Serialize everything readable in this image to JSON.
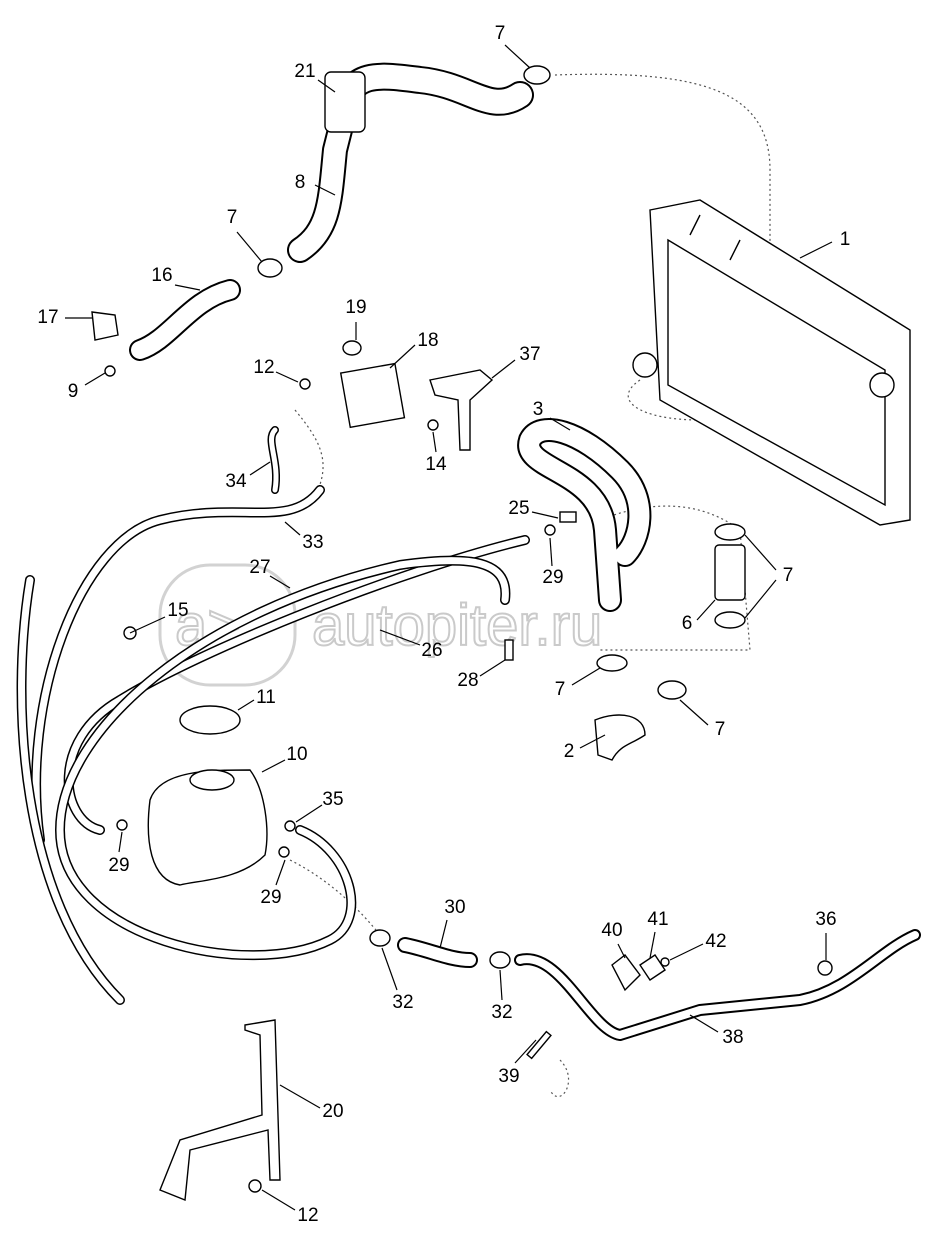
{
  "diagram": {
    "type": "exploded parts diagram - cooling system",
    "callouts": [
      "7",
      "21",
      "8",
      "1",
      "7",
      "16",
      "17",
      "9",
      "19",
      "18",
      "12",
      "37",
      "3",
      "14",
      "34",
      "25",
      "33",
      "29",
      "27",
      "7",
      "15",
      "6",
      "26",
      "28",
      "7",
      "11",
      "7",
      "2",
      "10",
      "35",
      "29",
      "29",
      "30",
      "36",
      "40",
      "41",
      "42",
      "32",
      "32",
      "38",
      "39",
      "20",
      "12"
    ]
  },
  "watermark": {
    "logo": "a>",
    "text": "autopiter.ru"
  }
}
